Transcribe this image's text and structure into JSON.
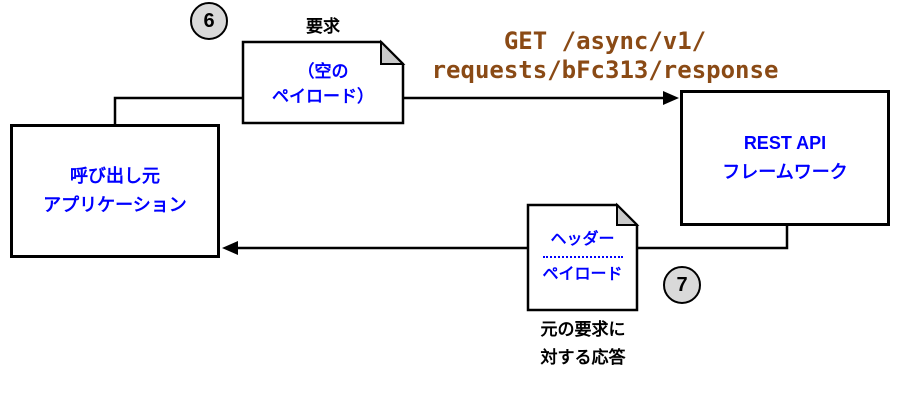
{
  "colors": {
    "node_text_blue": "#0000ff",
    "http_text_brown": "#8a4a15",
    "circle_fill_gray": "#d9d9d9",
    "doc_fold_gray": "#c9c9c9",
    "line_black": "#000000",
    "background": "#ffffff"
  },
  "badges": {
    "step6": "6",
    "step7": "7"
  },
  "request_doc": {
    "title": "要求",
    "line1": "（空の",
    "line2": "ペイロード）"
  },
  "http_request": {
    "line1": "GET /async/v1/",
    "line2": "requests/bFc313/response"
  },
  "caller_box": {
    "line1": "呼び出し元",
    "line2": "アプリケーション"
  },
  "rest_api_box": {
    "line1": "REST API",
    "line2": "フレームワーク"
  },
  "response_doc": {
    "header": "ヘッダー",
    "payload": "ペイロード",
    "caption_line1": "元の要求に",
    "caption_line2": "対する応答"
  }
}
